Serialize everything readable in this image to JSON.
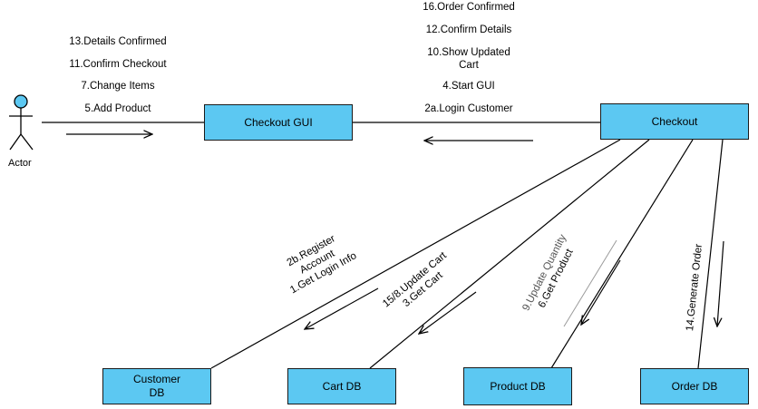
{
  "actor": {
    "label": "Actor"
  },
  "nodes": {
    "checkout_gui": "Checkout GUI",
    "checkout": "Checkout",
    "customer_db": "Customer\nDB",
    "cart_db": "Cart DB",
    "product_db": "Product DB",
    "order_db": "Order DB"
  },
  "messages": {
    "actor_to_gui": [
      "13.Details Confirmed",
      "11.Confirm Checkout",
      "7.Change Items",
      "5.Add Product"
    ],
    "checkout_to_gui": [
      "16.Order Confirmed",
      "12.Confirm Details",
      "10.Show Updated\nCart",
      "4.Start GUI",
      "2a.Login Customer"
    ],
    "checkout_to_customer": [
      "2b.Register",
      "Account",
      "1.Get Login Info"
    ],
    "checkout_to_cart": [
      "15/8.Update Cart",
      "3.Get Cart"
    ],
    "checkout_to_product": [
      "9.Update Quantity",
      "6.Get Product"
    ],
    "checkout_to_order": [
      "14.Generate Order"
    ]
  }
}
